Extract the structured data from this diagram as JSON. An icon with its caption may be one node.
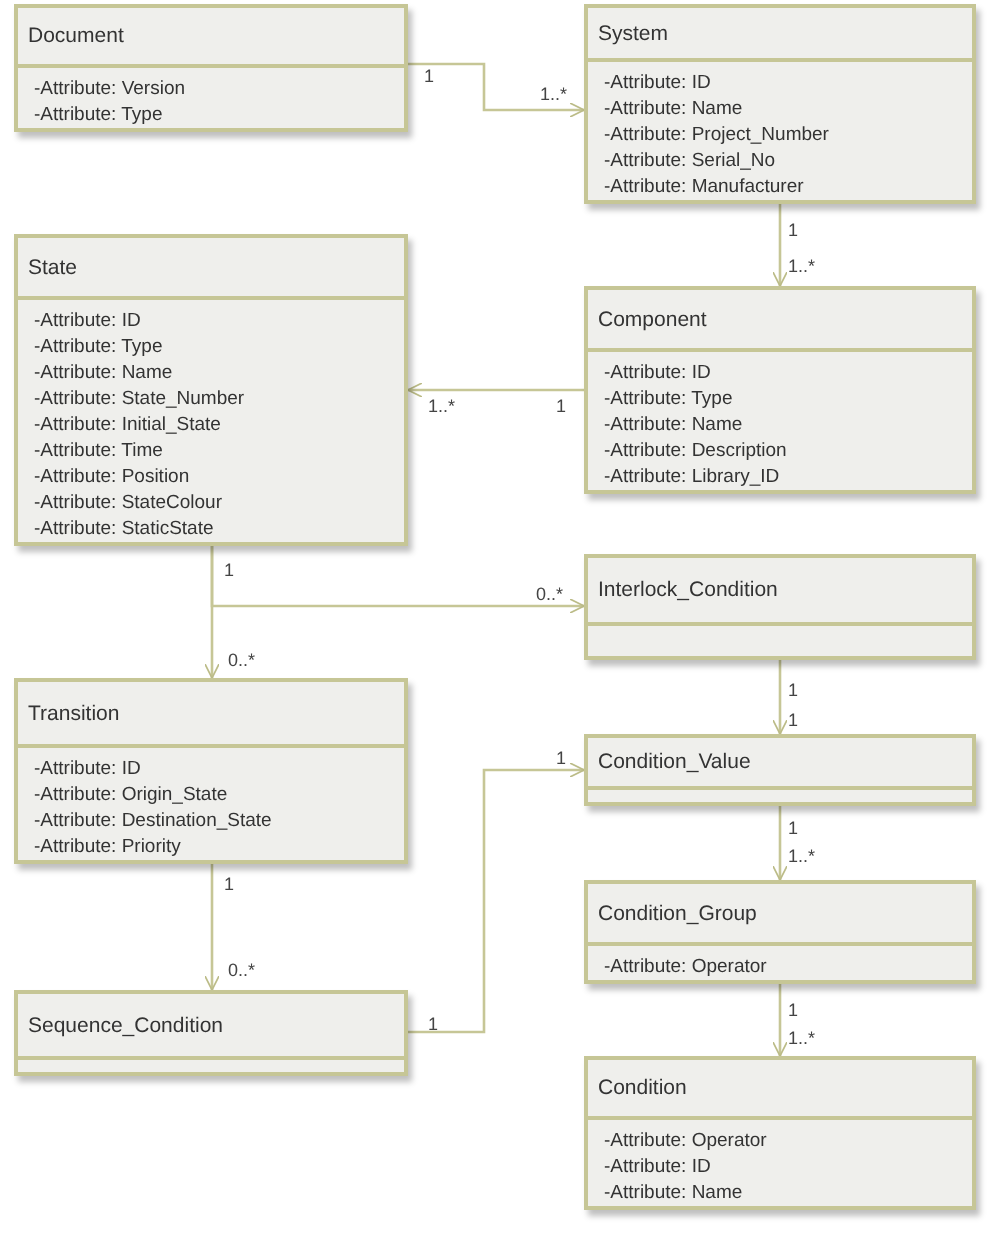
{
  "diagram": {
    "nodes": [
      {
        "text": [
          "Document",
          "-Attribute: Version",
          "-Attribute: Type"
        ]
      },
      {
        "text": [
          "System",
          "-Attribute: ID",
          "-Attribute: Name",
          "-Attribute: Project_Number",
          "-Attribute: Serial_No",
          "-Attribute: Manufacturer"
        ]
      },
      {
        "text": [
          "State",
          "-Attribute: ID",
          "-Attribute: Type",
          "-Attribute: Name",
          "-Attribute: State_Number",
          "-Attribute: Initial_State",
          "-Attribute: Time",
          "-Attribute: Position",
          "-Attribute: StateColour",
          "-Attribute: StaticState"
        ]
      },
      {
        "text": [
          "Component",
          "-Attribute: ID",
          "-Attribute: Type",
          "-Attribute: Name",
          "-Attribute: Description",
          "-Attribute: Library_ID"
        ]
      },
      {
        "text": [
          "Interlock_Condition"
        ]
      },
      {
        "text": [
          "Transition",
          "-Attribute: ID",
          "-Attribute: Origin_State",
          "-Attribute: Destination_State",
          "-Attribute: Priority"
        ]
      },
      {
        "text": [
          "Condition_Value"
        ]
      },
      {
        "text": [
          "Condition_Group",
          "-Attribute: Operator"
        ]
      },
      {
        "text": [
          "Sequence_Condition"
        ]
      },
      {
        "text": [
          "Condition",
          "-Attribute: Operator",
          "-Attribute: ID",
          "-Attribute: Name"
        ]
      }
    ],
    "edges": [
      {
        "from": 0,
        "to": 1,
        "arrow": "to"
      },
      {
        "from": 1,
        "to": 3,
        "arrow": "to"
      },
      {
        "from": 3,
        "to": 2,
        "arrow": "to"
      },
      {
        "from": 2,
        "to": 4,
        "arrow": "to"
      },
      {
        "from": 2,
        "to": 5,
        "arrow": "to"
      },
      {
        "from": 4,
        "to": 6,
        "arrow": "to"
      },
      {
        "from": 5,
        "to": 8,
        "arrow": "to"
      },
      {
        "from": 8,
        "to": 6,
        "arrow": "to"
      },
      {
        "from": 6,
        "to": 7,
        "arrow": "to"
      },
      {
        "from": 7,
        "to": 9,
        "arrow": "to"
      }
    ],
    "labels": [
      "1",
      "1..*",
      "1",
      "1..*",
      "1..*",
      "1",
      "1",
      "0..*",
      "0..*",
      "1",
      "1",
      "1",
      "1",
      "1..*",
      "1",
      "0..*",
      "1",
      "1",
      "1..*"
    ]
  }
}
